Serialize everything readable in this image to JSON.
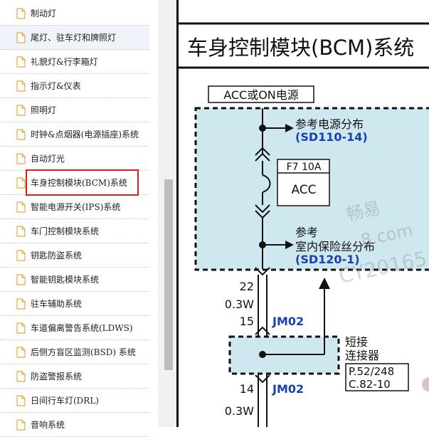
{
  "sidebar": {
    "items": [
      {
        "label": "制动灯"
      },
      {
        "label": "尾灯、驻车灯和牌照灯"
      },
      {
        "label": "礼貌灯&行李箱灯"
      },
      {
        "label": "指示灯&仪表"
      },
      {
        "label": "照明灯"
      },
      {
        "label": "时钟&点烟器(电源插座)系统"
      },
      {
        "label": "自动灯光"
      },
      {
        "label": "车身控制模块(BCM)系统"
      },
      {
        "label": "智能电源开关(IPS)系统"
      },
      {
        "label": "车门控制模块系统"
      },
      {
        "label": "钥匙防盗系统"
      },
      {
        "label": "智能钥匙模块系统"
      },
      {
        "label": "驻车辅助系统"
      },
      {
        "label": "车道偏离警告系统(LDWS)"
      },
      {
        "label": "后侧方盲区监测(BSD) 系统"
      },
      {
        "label": "防盗警报系统"
      },
      {
        "label": "日间行车灯(DRL)"
      },
      {
        "label": "音响系统"
      }
    ]
  },
  "diagram": {
    "title": "车身控制模块(BCM)系统",
    "power_label": "ACC或ON电源",
    "ref1_line1": "参考电源分布",
    "ref1_code": "(SD110-14)",
    "fuse_name": "F7 10A",
    "fuse_label": "ACC",
    "ref2_line1": "参考",
    "ref2_line2": "室内保险丝分布",
    "ref2_code": "(SD120-1)",
    "pin_top": "22",
    "wire_top": "0.3W",
    "pin_15": "15",
    "connector_top": "JM02",
    "short_line1": "短接",
    "short_line2": "连接器",
    "page_ref1": "P.52/248",
    "page_ref2": "C.82-10",
    "pin_14": "14",
    "connector_bottom": "JM02",
    "wire_bottom": "0.3W",
    "watermark1": "畅易",
    "watermark2": "8.com",
    "watermark3": "CY20165"
  },
  "colors": {
    "highlight": "#e11d1d",
    "panel_fill": "#cfe8f0",
    "code_blue": "#1a3fb0"
  }
}
